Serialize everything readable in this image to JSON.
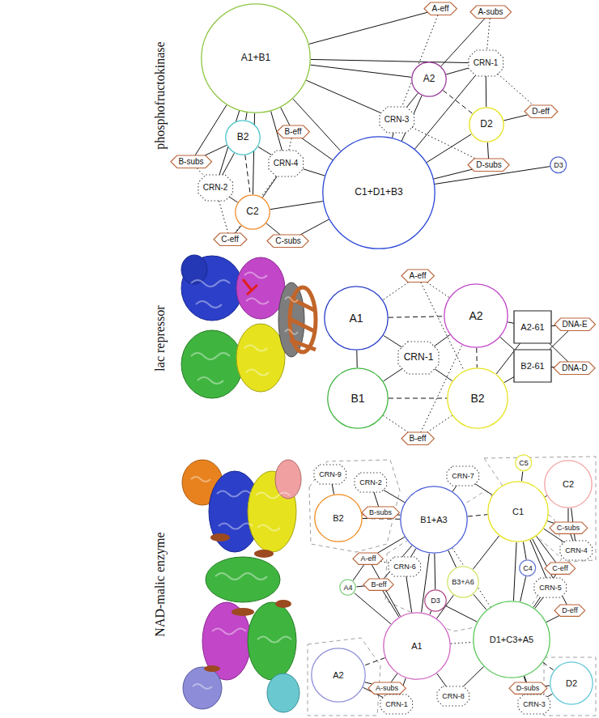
{
  "diagram": {
    "nodes": [
      {
        "text": [
          "A1+B1"
        ]
      },
      {
        "text": [
          "A-eff"
        ]
      },
      {
        "text": [
          "A-subs"
        ]
      },
      {
        "text": [
          "A2"
        ]
      },
      {
        "text": [
          "CRN-1"
        ]
      },
      {
        "text": [
          "D-eff"
        ]
      },
      {
        "text": [
          "D2"
        ]
      },
      {
        "text": [
          "CRN-3"
        ]
      },
      {
        "text": [
          "B2"
        ]
      },
      {
        "text": [
          "B-eff"
        ]
      },
      {
        "text": [
          "B-subs"
        ]
      },
      {
        "text": [
          "CRN-4"
        ]
      },
      {
        "text": [
          "D-subs"
        ]
      },
      {
        "text": [
          "D3"
        ]
      },
      {
        "text": [
          "CRN-2"
        ]
      },
      {
        "text": [
          "C2"
        ]
      },
      {
        "text": [
          "C1+D1+B3"
        ]
      },
      {
        "text": [
          "C-eff"
        ]
      },
      {
        "text": [
          "C-subs"
        ]
      },
      {
        "text": [
          "A-eff"
        ]
      },
      {
        "text": [
          "A1"
        ]
      },
      {
        "text": [
          "A2"
        ]
      },
      {
        "text": [
          "A2-61"
        ]
      },
      {
        "text": [
          "DNA-E"
        ]
      },
      {
        "text": [
          "CRN-1"
        ]
      },
      {
        "text": [
          "B2-61"
        ]
      },
      {
        "text": [
          "DNA-D"
        ]
      },
      {
        "text": [
          "B1"
        ]
      },
      {
        "text": [
          "B2"
        ]
      },
      {
        "text": [
          "B-eff"
        ]
      },
      {
        "text": [
          "CRN-9"
        ]
      },
      {
        "text": [
          "CRN-2"
        ]
      },
      {
        "text": [
          "CRN-7"
        ]
      },
      {
        "text": [
          "C5"
        ]
      },
      {
        "text": [
          "C2"
        ]
      },
      {
        "text": [
          "B2"
        ]
      },
      {
        "text": [
          "B-subs"
        ]
      },
      {
        "text": [
          "B1+A3"
        ]
      },
      {
        "text": [
          "C1"
        ]
      },
      {
        "text": [
          "C-subs"
        ]
      },
      {
        "text": [
          "CRN-4"
        ]
      },
      {
        "text": [
          "A-eff"
        ]
      },
      {
        "text": [
          "CRN-6"
        ]
      },
      {
        "text": [
          "C4"
        ]
      },
      {
        "text": [
          "C-eff"
        ]
      },
      {
        "text": [
          "B-eff"
        ]
      },
      {
        "text": [
          "B3+A6"
        ]
      },
      {
        "text": [
          "CRN-5"
        ]
      },
      {
        "text": [
          "A4"
        ]
      },
      {
        "text": [
          "D3"
        ]
      },
      {
        "text": [
          "D-eff"
        ]
      },
      {
        "text": [
          "A1"
        ]
      },
      {
        "text": [
          "D1+C3+A5"
        ]
      },
      {
        "text": [
          "A2"
        ]
      },
      {
        "text": [
          "D2"
        ]
      },
      {
        "text": [
          "A-subs"
        ]
      },
      {
        "text": [
          "D-subs"
        ]
      },
      {
        "text": [
          "CRN-8"
        ]
      },
      {
        "text": [
          "CRN-1"
        ]
      },
      {
        "text": [
          "CRN-3"
        ]
      }
    ],
    "edges": [
      {
        "from": 0,
        "to": 1,
        "arrow": "none"
      },
      {
        "from": 0,
        "to": 3,
        "arrow": "none"
      },
      {
        "from": 0,
        "to": 4,
        "arrow": "none"
      },
      {
        "from": 0,
        "to": 7,
        "arrow": "none"
      },
      {
        "from": 0,
        "to": 8,
        "arrow": "none"
      },
      {
        "from": 0,
        "to": 9,
        "arrow": "none"
      },
      {
        "from": 0,
        "to": 10,
        "arrow": "none"
      },
      {
        "from": 0,
        "to": 11,
        "arrow": "none"
      },
      {
        "from": 0,
        "to": 14,
        "arrow": "none"
      },
      {
        "from": 0,
        "to": 15,
        "arrow": "none"
      },
      {
        "from": 0,
        "to": 16,
        "arrow": "none"
      },
      {
        "from": 2,
        "to": 3,
        "arrow": "none"
      },
      {
        "from": 2,
        "to": 4,
        "arrow": "none"
      },
      {
        "from": 1,
        "to": 7,
        "arrow": "none"
      },
      {
        "from": 3,
        "to": 4,
        "arrow": "none"
      },
      {
        "from": 3,
        "to": 6,
        "arrow": "none"
      },
      {
        "from": 3,
        "to": 7,
        "arrow": "none"
      },
      {
        "from": 3,
        "to": 16,
        "arrow": "none"
      },
      {
        "from": 4,
        "to": 5,
        "arrow": "none"
      },
      {
        "from": 4,
        "to": 6,
        "arrow": "none"
      },
      {
        "from": 4,
        "to": 16,
        "arrow": "none"
      },
      {
        "from": 5,
        "to": 6,
        "arrow": "none"
      },
      {
        "from": 6,
        "to": 12,
        "arrow": "none"
      },
      {
        "from": 6,
        "to": 16,
        "arrow": "none"
      },
      {
        "from": 7,
        "to": 16,
        "arrow": "none"
      },
      {
        "from": 7,
        "to": 12,
        "arrow": "none"
      },
      {
        "from": 8,
        "to": 15,
        "arrow": "none"
      },
      {
        "from": 8,
        "to": 14,
        "arrow": "none"
      },
      {
        "from": 8,
        "to": 10,
        "arrow": "none"
      },
      {
        "from": 8,
        "to": 11,
        "arrow": "none"
      },
      {
        "from": 9,
        "to": 11,
        "arrow": "none"
      },
      {
        "from": 9,
        "to": 16,
        "arrow": "none"
      },
      {
        "from": 10,
        "to": 14,
        "arrow": "none"
      },
      {
        "from": 11,
        "to": 16,
        "arrow": "none"
      },
      {
        "from": 11,
        "to": 15,
        "arrow": "none"
      },
      {
        "from": 12,
        "to": 16,
        "arrow": "none"
      },
      {
        "from": 13,
        "to": 16,
        "arrow": "none"
      },
      {
        "from": 14,
        "to": 15,
        "arrow": "none"
      },
      {
        "from": 14,
        "to": 17,
        "arrow": "none"
      },
      {
        "from": 15,
        "to": 17,
        "arrow": "none"
      },
      {
        "from": 15,
        "to": 16,
        "arrow": "none"
      },
      {
        "from": 11,
        "to": 17,
        "arrow": "none"
      },
      {
        "from": 15,
        "to": 18,
        "arrow": "none"
      },
      {
        "from": 16,
        "to": 18,
        "arrow": "none"
      },
      {
        "from": 19,
        "to": 20,
        "arrow": "none"
      },
      {
        "from": 19,
        "to": 21,
        "arrow": "none"
      },
      {
        "from": 19,
        "to": 28,
        "arrow": "none"
      },
      {
        "from": 20,
        "to": 21,
        "arrow": "none"
      },
      {
        "from": 20,
        "to": 27,
        "arrow": "none"
      },
      {
        "from": 20,
        "to": 24,
        "arrow": "none"
      },
      {
        "from": 21,
        "to": 24,
        "arrow": "none"
      },
      {
        "from": 21,
        "to": 28,
        "arrow": "none"
      },
      {
        "from": 21,
        "to": 22,
        "arrow": "none"
      },
      {
        "from": 21,
        "to": 25,
        "arrow": "none"
      },
      {
        "from": 28,
        "to": 22,
        "arrow": "none"
      },
      {
        "from": 28,
        "to": 25,
        "arrow": "none"
      },
      {
        "from": 27,
        "to": 28,
        "arrow": "none"
      },
      {
        "from": 27,
        "to": 24,
        "arrow": "none"
      },
      {
        "from": 28,
        "to": 24,
        "arrow": "none"
      },
      {
        "from": 29,
        "to": 27,
        "arrow": "none"
      },
      {
        "from": 29,
        "to": 28,
        "arrow": "none"
      },
      {
        "from": 29,
        "to": 21,
        "arrow": "none"
      },
      {
        "from": 22,
        "to": 23,
        "arrow": "none"
      },
      {
        "from": 22,
        "to": 26,
        "arrow": "none"
      },
      {
        "from": 25,
        "to": 23,
        "arrow": "none"
      },
      {
        "from": 25,
        "to": 26,
        "arrow": "none"
      },
      {
        "from": 30,
        "to": 35,
        "arrow": "none"
      },
      {
        "from": 31,
        "to": 36,
        "arrow": "none"
      },
      {
        "from": 31,
        "to": 37,
        "arrow": "none"
      },
      {
        "from": 35,
        "to": 36,
        "arrow": "none"
      },
      {
        "from": 35,
        "to": 37,
        "arrow": "none"
      },
      {
        "from": 36,
        "to": 37,
        "arrow": "none"
      },
      {
        "from": 32,
        "to": 37,
        "arrow": "none"
      },
      {
        "from": 32,
        "to": 38,
        "arrow": "none"
      },
      {
        "from": 37,
        "to": 38,
        "arrow": "none"
      },
      {
        "from": 37,
        "to": 46,
        "arrow": "none"
      },
      {
        "from": 37,
        "to": 51,
        "arrow": "none"
      },
      {
        "from": 37,
        "to": 52,
        "arrow": "none"
      },
      {
        "from": 37,
        "to": 41,
        "arrow": "none"
      },
      {
        "from": 37,
        "to": 42,
        "arrow": "none"
      },
      {
        "from": 37,
        "to": 45,
        "arrow": "none"
      },
      {
        "from": 37,
        "to": 49,
        "arrow": "none"
      },
      {
        "from": 33,
        "to": 38,
        "arrow": "none"
      },
      {
        "from": 34,
        "to": 38,
        "arrow": "none"
      },
      {
        "from": 34,
        "to": 39,
        "arrow": "none"
      },
      {
        "from": 34,
        "to": 40,
        "arrow": "none"
      },
      {
        "from": 38,
        "to": 39,
        "arrow": "none"
      },
      {
        "from": 38,
        "to": 40,
        "arrow": "none"
      },
      {
        "from": 38,
        "to": 43,
        "arrow": "none"
      },
      {
        "from": 38,
        "to": 44,
        "arrow": "none"
      },
      {
        "from": 38,
        "to": 47,
        "arrow": "none"
      },
      {
        "from": 38,
        "to": 46,
        "arrow": "none"
      },
      {
        "from": 38,
        "to": 52,
        "arrow": "none"
      },
      {
        "from": 38,
        "to": 50,
        "arrow": "none"
      },
      {
        "from": 39,
        "to": 40,
        "arrow": "none"
      },
      {
        "from": 41,
        "to": 48,
        "arrow": "none"
      },
      {
        "from": 41,
        "to": 51,
        "arrow": "none"
      },
      {
        "from": 41,
        "to": 42,
        "arrow": "none"
      },
      {
        "from": 42,
        "to": 51,
        "arrow": "none"
      },
      {
        "from": 45,
        "to": 51,
        "arrow": "none"
      },
      {
        "from": 45,
        "to": 48,
        "arrow": "none"
      },
      {
        "from": 48,
        "to": 51,
        "arrow": "none"
      },
      {
        "from": 46,
        "to": 52,
        "arrow": "none"
      },
      {
        "from": 46,
        "to": 51,
        "arrow": "none"
      },
      {
        "from": 49,
        "to": 51,
        "arrow": "none"
      },
      {
        "from": 49,
        "to": 52,
        "arrow": "none"
      },
      {
        "from": 43,
        "to": 52,
        "arrow": "none"
      },
      {
        "from": 44,
        "to": 52,
        "arrow": "none"
      },
      {
        "from": 47,
        "to": 52,
        "arrow": "none"
      },
      {
        "from": 50,
        "to": 52,
        "arrow": "none"
      },
      {
        "from": 51,
        "to": 52,
        "arrow": "none"
      },
      {
        "from": 51,
        "to": 53,
        "arrow": "none"
      },
      {
        "from": 53,
        "to": 55,
        "arrow": "none"
      },
      {
        "from": 51,
        "to": 55,
        "arrow": "none"
      },
      {
        "from": 55,
        "to": 58,
        "arrow": "none"
      },
      {
        "from": 53,
        "to": 58,
        "arrow": "none"
      },
      {
        "from": 51,
        "to": 58,
        "arrow": "none"
      },
      {
        "from": 51,
        "to": 57,
        "arrow": "none"
      },
      {
        "from": 52,
        "to": 57,
        "arrow": "none"
      },
      {
        "from": 52,
        "to": 54,
        "arrow": "none"
      },
      {
        "from": 52,
        "to": 56,
        "arrow": "none"
      },
      {
        "from": 54,
        "to": 56,
        "arrow": "none"
      },
      {
        "from": 56,
        "to": 59,
        "arrow": "none"
      },
      {
        "from": 54,
        "to": 59,
        "arrow": "none"
      },
      {
        "from": 52,
        "to": 59,
        "arrow": "none"
      }
    ],
    "labels": [
      "phosphofructokinase",
      "lac repressor",
      "NAD-malic enzyme"
    ]
  }
}
